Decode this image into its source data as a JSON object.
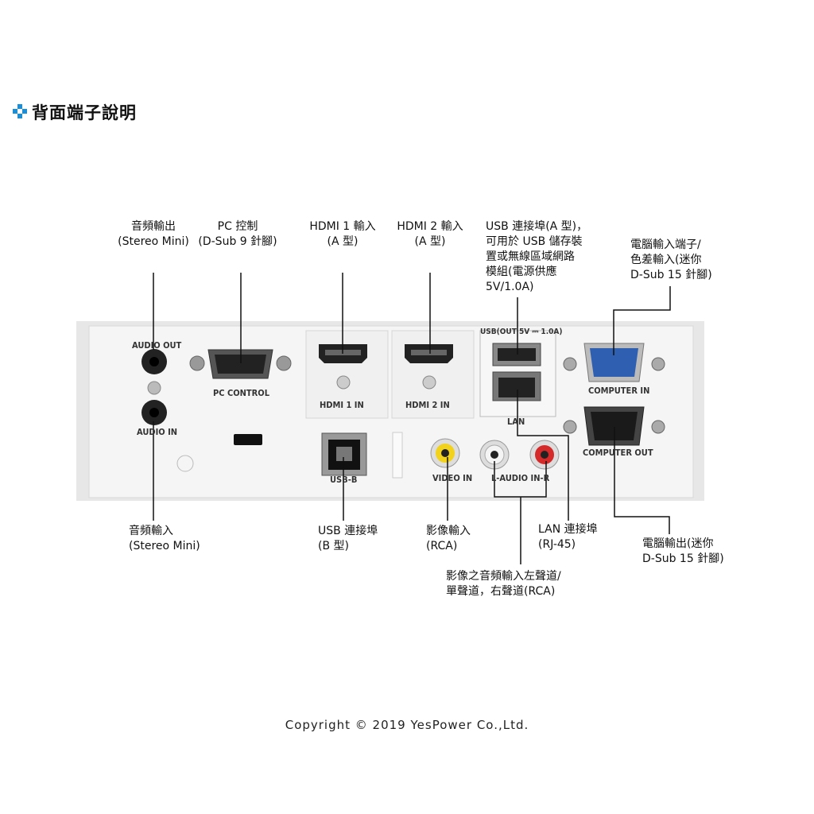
{
  "title": "背面端子說明",
  "panel_labels": {
    "audio_out": "AUDIO OUT",
    "audio_in": "AUDIO IN",
    "pc_control": "PC CONTROL",
    "hdmi1_in": "HDMI 1 IN",
    "hdmi2_in": "HDMI 2 IN",
    "usb_a": "USB(OUT 5V ⎓ 1.0A)",
    "lan": "LAN",
    "computer_in": "COMPUTER IN",
    "computer_out": "COMPUTER OUT",
    "usb_b": "USB-B",
    "video_in": "VIDEO IN",
    "audio_in_lr": "L-AUDIO IN-R"
  },
  "callouts": {
    "audio_out": [
      "音頻輸出",
      "(Stereo Mini)"
    ],
    "pc_control": [
      "PC 控制",
      "(D-Sub 9 針腳)"
    ],
    "hdmi1": [
      "HDMI 1 輸入",
      "(A 型)"
    ],
    "hdmi2": [
      "HDMI 2 輸入",
      "(A 型)"
    ],
    "usb_a": [
      "USB 連接埠(A 型)，",
      "可用於 USB 儲存裝",
      "置或無線區域網路",
      "模組(電源供應",
      "5V/1.0A)"
    ],
    "computer_in": [
      "電腦輸入端子/",
      "色差輸入(迷你",
      "D-Sub 15 針腳)"
    ],
    "audio_in": [
      "音頻輸入",
      "(Stereo Mini)"
    ],
    "usb_b": [
      "USB 連接埠",
      "(B 型)"
    ],
    "video_in": [
      "影像輸入",
      "(RCA)"
    ],
    "lan": [
      "LAN 連接埠",
      "(RJ-45)"
    ],
    "computer_out": [
      "電腦輸出(迷你",
      "D-Sub 15 針腳)"
    ],
    "audio_lr": [
      "影像之音頻輸入左聲道/",
      "單聲道，右聲道(RCA)"
    ]
  },
  "copyright": "Copyright © 2019 YesPower Co.,Ltd.",
  "colors": {
    "accent": "#1a8fd8",
    "panel": "#eeeeee",
    "vga_in": "#2f5fb0",
    "video": "#f2d21a",
    "audio_r": "#d42a2a"
  }
}
